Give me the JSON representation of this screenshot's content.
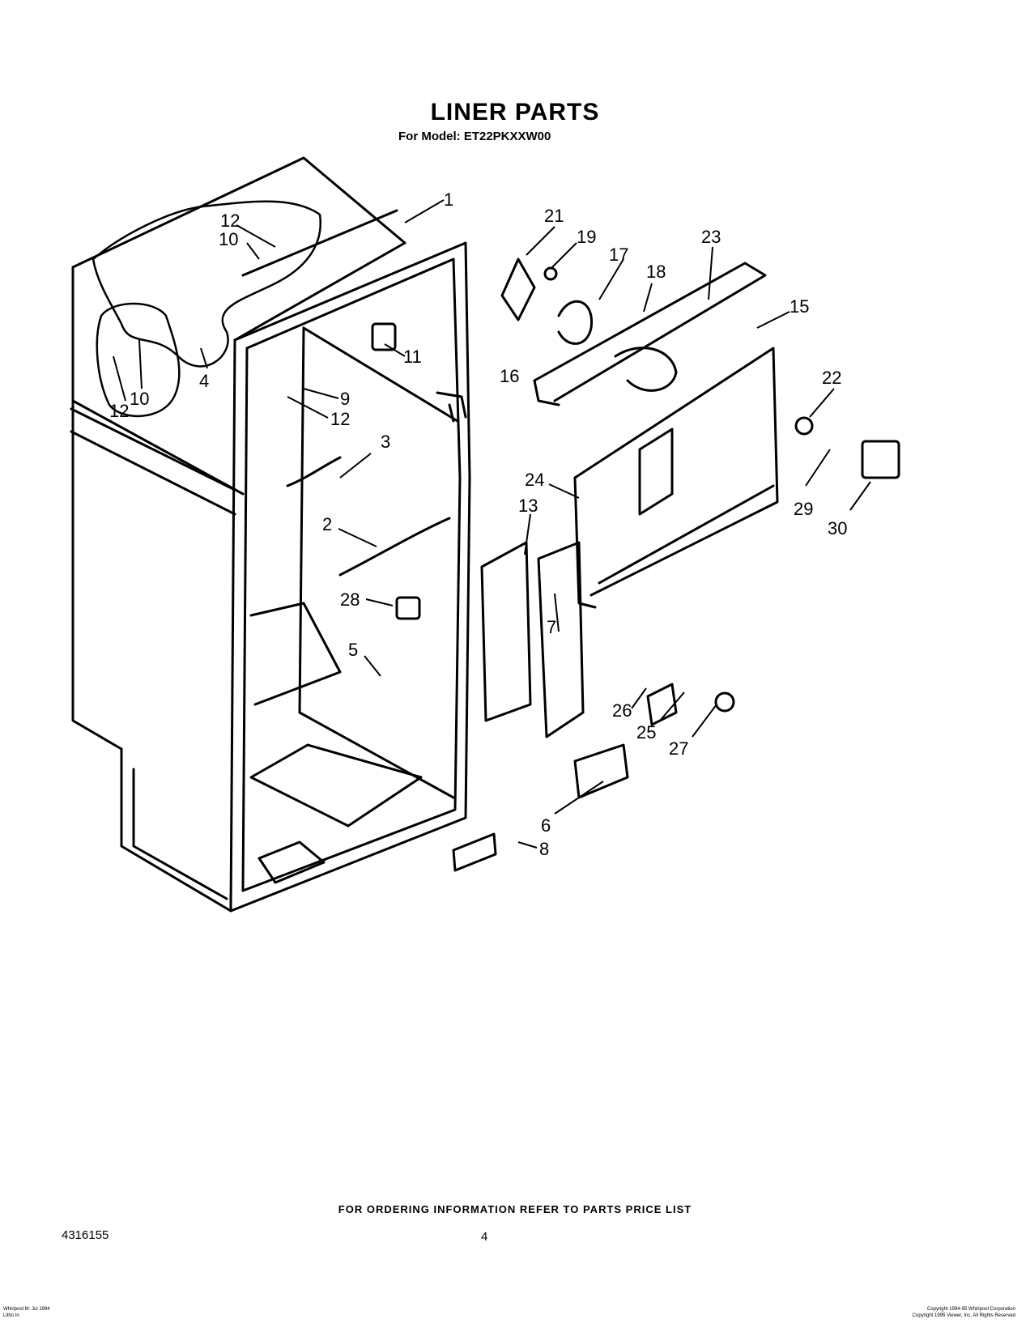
{
  "title": "LINER PARTS",
  "subtitle": "For Model: ET22PKXXW00",
  "callouts": [
    "1",
    "2",
    "3",
    "4",
    "5",
    "6",
    "7",
    "8",
    "9",
    "10",
    "10",
    "11",
    "12",
    "12",
    "12",
    "13",
    "15",
    "16",
    "17",
    "18",
    "19",
    "21",
    "22",
    "23",
    "24",
    "25",
    "26",
    "27",
    "28",
    "29",
    "30"
  ],
  "footer": {
    "ordering_note": "FOR ORDERING INFORMATION REFER TO PARTS PRICE LIST",
    "part_number": "4316155",
    "page": "4",
    "fine_left_1": "Whirlpool M: Jul 1994",
    "fine_left_2": "Litho In",
    "fine_right_1": "Copyright 1994-95 Whirlpool Corporation",
    "fine_right_2": "Copyright 1995 Viewer, Inc. All Rights Reserved"
  }
}
